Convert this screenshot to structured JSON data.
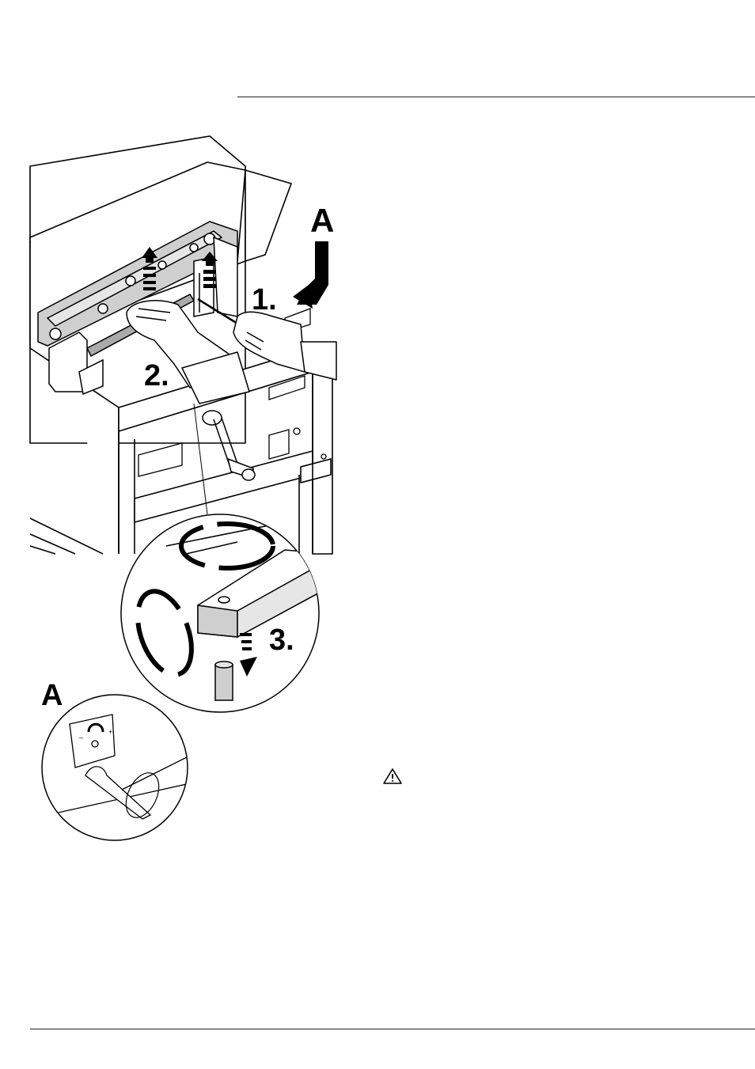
{
  "callouts": {
    "view_a_top": "A",
    "step_1": "1.",
    "step_2": "2.",
    "step_3": "3.",
    "view_a_bottom": "A"
  },
  "icons": {
    "warning": "warning-triangle-icon",
    "arrow": "arrow-icon",
    "rotate": "rotate-arrows-icon"
  },
  "colors": {
    "ink": "#000000",
    "fill_grey": "#cfcfcf",
    "fill_light": "#e6e6e6",
    "paper": "#ffffff"
  }
}
